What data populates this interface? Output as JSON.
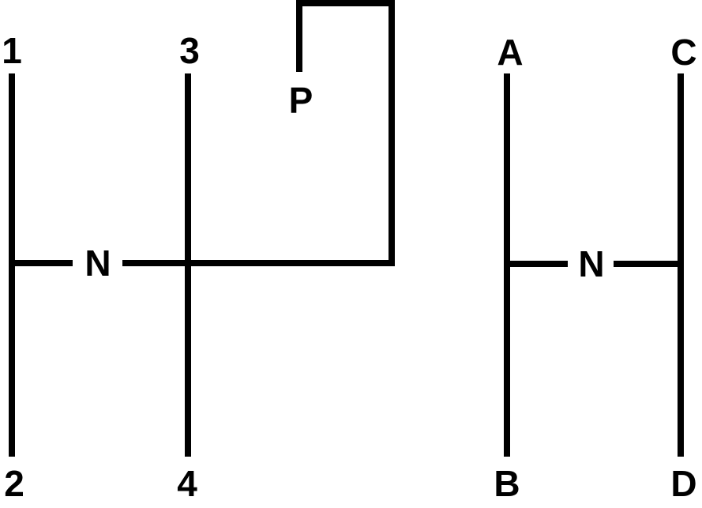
{
  "diagram": {
    "type": "gear-shift-pattern",
    "line_color": "#000000",
    "background": "#ffffff",
    "left_pattern": {
      "labels": {
        "first": "1",
        "second": "2",
        "third": "3",
        "fourth": "4",
        "neutral": "N",
        "park": "P"
      }
    },
    "right_pattern": {
      "labels": {
        "a": "A",
        "b": "B",
        "c": "C",
        "d": "D",
        "neutral": "N"
      }
    }
  }
}
